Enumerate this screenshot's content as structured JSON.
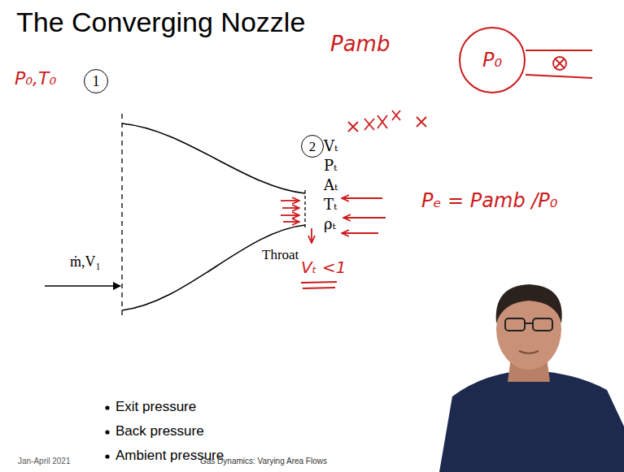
{
  "diagram": {
    "title": "The Converging Nozzle",
    "nodes": [
      {
        "text": [
          "1"
        ]
      },
      {
        "text": [
          "2"
        ]
      },
      {
        "text": [
          "P₀"
        ]
      }
    ],
    "labels": [
      "P₀,T₀",
      "ṁ,V₁",
      "Vₜ",
      "Pₜ",
      "Aₜ",
      "Tₜ",
      "ρₜ",
      "Throat",
      "Vₜ <1",
      "Pamb",
      "Pₑ = Pamb /P₀",
      "Exit pressure",
      "Back pressure",
      "Ambient pressure",
      "Jan-April 2021",
      "Gas Dynamics: Varying Area Flows"
    ]
  }
}
